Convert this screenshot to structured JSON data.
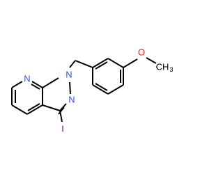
{
  "molecule": {
    "atoms": {
      "n_pyridine": {
        "text": "N",
        "color": "#3050f8"
      },
      "n1": {
        "text": "N",
        "color": "#3050f8"
      },
      "n2": {
        "text": "N",
        "color": "#3050f8"
      },
      "iodine": {
        "text": "I",
        "color": "#940094"
      },
      "oxygen": {
        "text": "O",
        "color": "#ff0d0d"
      },
      "methyl": {
        "text": "CH",
        "color": "#000000"
      },
      "methyl_sub": {
        "text": "3",
        "color": "#000000"
      }
    },
    "bond_color": "#000000"
  }
}
